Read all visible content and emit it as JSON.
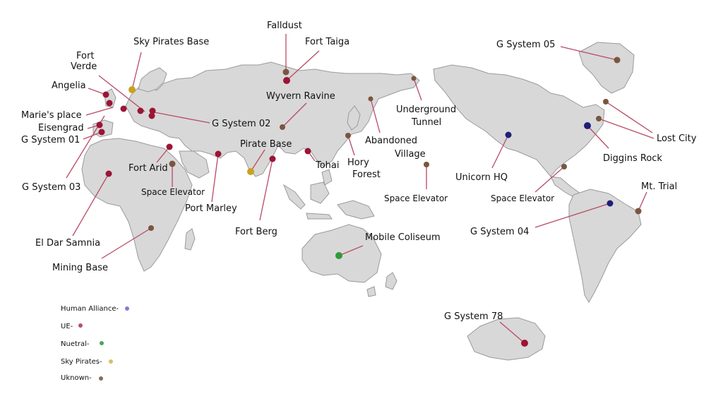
{
  "colors": {
    "land": "#d8d8d8",
    "leader": "#b84a64",
    "human_alliance": "#1f1f7a",
    "ue": "#9b1535",
    "neutral": "#2f9a3a",
    "sky_pirates": "#c8a21e",
    "unknown": "#7a5540"
  },
  "legend": [
    {
      "label": "Human Alliance-",
      "faction": "human_alliance",
      "dot_color": "#7f7fcf"
    },
    {
      "label": "UE-",
      "faction": "ue",
      "dot_color": "#b4506a"
    },
    {
      "label": "Nuetral-",
      "faction": "neutral",
      "dot_color": "#4aa55a"
    },
    {
      "label": "Sky Pirates-",
      "faction": "sky_pirates",
      "dot_color": "#d8c060"
    },
    {
      "label": "Uknown-",
      "faction": "unknown",
      "dot_color": "#8a6a55"
    }
  ],
  "locations": {
    "falldust": {
      "label": "Falldust",
      "faction": "unknown"
    },
    "fort_taiga": {
      "label": "Fort Taiga",
      "faction": "ue"
    },
    "sky_pirates_base": {
      "label": "Sky Pirates Base",
      "faction": "sky_pirates"
    },
    "fort_verde": {
      "label_1": "Fort",
      "label_2": "Verde",
      "faction": "ue"
    },
    "angelia": {
      "label": "Angelia",
      "faction": "ue"
    },
    "maries_place": {
      "label": "Marie's place",
      "faction": "ue"
    },
    "eisengrad": {
      "label": "Eisengrad",
      "faction": "ue"
    },
    "g_system_01": {
      "label": "G System 01",
      "faction": "ue"
    },
    "g_system_02": {
      "label": "G System 02",
      "faction": "ue"
    },
    "wyvern_ravine": {
      "label": "Wyvern Ravine",
      "faction": "unknown"
    },
    "pirate_base": {
      "label": "Pirate Base",
      "faction": "sky_pirates"
    },
    "fort_arid": {
      "label": "Fort Arid",
      "faction": "ue"
    },
    "space_elevator_africa": {
      "label": "Space Elevator",
      "faction": "unknown"
    },
    "port_marley": {
      "label": "Port Marley",
      "faction": "ue"
    },
    "fort_berg": {
      "label": "Fort Berg",
      "faction": "ue"
    },
    "tohai": {
      "label": "Tohai",
      "faction": "ue"
    },
    "hory_forest": {
      "label_1": "Hory",
      "label_2": "Forest",
      "faction": "unknown"
    },
    "abandoned_village": {
      "label_1": "Abandoned",
      "label_2": "Village",
      "faction": "unknown"
    },
    "underground_tunnel": {
      "label_1": "Underground",
      "label_2": "Tunnel",
      "faction": "unknown"
    },
    "space_elevator_pacific": {
      "label": "Space Elevator",
      "faction": "unknown"
    },
    "g_system_03": {
      "label": "G System 03",
      "faction": "ue"
    },
    "el_dar_samnia": {
      "label": "El Dar Samnia",
      "faction": "ue"
    },
    "mining_base": {
      "label": "Mining Base",
      "faction": "unknown"
    },
    "mobile_coliseum": {
      "label": "Mobile Coliseum",
      "faction": "neutral"
    },
    "g_system_05": {
      "label": "G System 05",
      "faction": "unknown"
    },
    "lost_city": {
      "label": "Lost City",
      "faction": "unknown"
    },
    "diggins_rock": {
      "label": "Diggins Rock",
      "faction": "human_alliance"
    },
    "unicorn_hq": {
      "label": "Unicorn HQ",
      "faction": "human_alliance"
    },
    "space_elevator_america": {
      "label": "Space Elevator",
      "faction": "unknown"
    },
    "mt_trial": {
      "label": "Mt. Trial",
      "faction": "unknown"
    },
    "g_system_04": {
      "label": "G System 04",
      "faction": "human_alliance"
    },
    "g_system_78": {
      "label": "G System 78",
      "faction": "ue"
    }
  }
}
